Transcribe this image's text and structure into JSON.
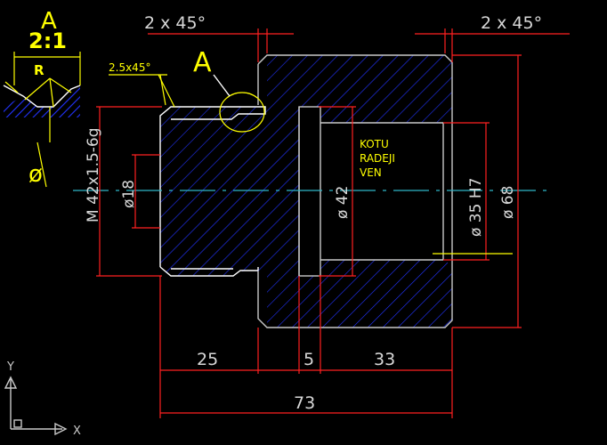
{
  "detail": {
    "label": "A",
    "scale": "2:1",
    "radius_label": "R",
    "diameter_symbol": "ø"
  },
  "callout_label": "A",
  "chamfer_note": "2.5x45°",
  "chamfer_left": "2 x 45°",
  "chamfer_right": "2 x 45°",
  "thread_label": "M 42x1.5-6g",
  "dims": {
    "d18": "ø18",
    "d42": "ø 42",
    "d35": "ø 35 H7",
    "d68": "ø 68",
    "len_25": "25",
    "len_5": "5",
    "len_33": "33",
    "len_73": "73"
  },
  "note_lines": [
    "KOTU",
    "RADEJI",
    "VEN"
  ],
  "ucs": {
    "x": "X",
    "y": "Y"
  },
  "colors": {
    "background": "#000000",
    "dimension": "#ff2020",
    "hatch": "#2233ff",
    "annotation": "#ffff00",
    "centerline": "#2fb6c8",
    "outline": "#ffffff"
  }
}
